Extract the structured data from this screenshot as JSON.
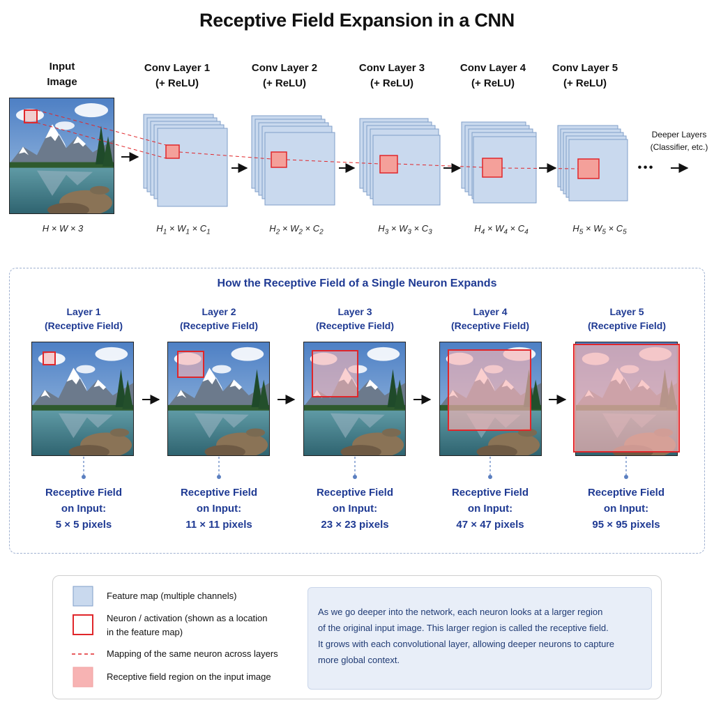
{
  "title": "Receptive Field Expansion in a CNN",
  "top_row": {
    "input_label": [
      "Input",
      "Image"
    ],
    "input_dims": "H × W × 3",
    "layers": [
      {
        "line1": "Conv Layer 1",
        "line2": "(+ ReLU)",
        "dims": {
          "h": "H",
          "hs": "1",
          "w": "W",
          "ws": "1",
          "c": "C",
          "cs": "1"
        }
      },
      {
        "line1": "Conv Layer 2",
        "line2": "(+ ReLU)",
        "dims": {
          "h": "H",
          "hs": "2",
          "w": "W",
          "ws": "2",
          "c": "C",
          "cs": "2"
        }
      },
      {
        "line1": "Conv Layer 3",
        "line2": "(+ ReLU)",
        "dims": {
          "h": "H",
          "hs": "3",
          "w": "W",
          "ws": "3",
          "c": "C",
          "cs": "3"
        }
      },
      {
        "line1": "Conv Layer 4",
        "line2": "(+ ReLU)",
        "dims": {
          "h": "H",
          "hs": "4",
          "w": "W",
          "ws": "4",
          "c": "C",
          "cs": "4"
        }
      },
      {
        "line1": "Conv Layer 5",
        "line2": "(+ ReLU)",
        "dims": {
          "h": "H",
          "hs": "5",
          "w": "W",
          "ws": "5",
          "c": "C",
          "cs": "5"
        }
      }
    ],
    "ellipsis": "• • •",
    "deeper": [
      "Deeper Layers",
      "(Classifier, etc.)"
    ]
  },
  "panel": {
    "title": "How the Receptive Field of a Single Neuron Expands",
    "layers": [
      {
        "name": "Layer 1",
        "sub": "(Receptive Field)",
        "rf1": "Receptive Field",
        "rf2": "on Input:",
        "rf3": "5 × 5 pixels"
      },
      {
        "name": "Layer 2",
        "sub": "(Receptive Field)",
        "rf1": "Receptive Field",
        "rf2": "on Input:",
        "rf3": "11 × 11 pixels"
      },
      {
        "name": "Layer 3",
        "sub": "(Receptive Field)",
        "rf1": "Receptive Field",
        "rf2": "on Input:",
        "rf3": "23 × 23 pixels"
      },
      {
        "name": "Layer 4",
        "sub": "(Receptive Field)",
        "rf1": "Receptive Field",
        "rf2": "on Input:",
        "rf3": "47 × 47 pixels"
      },
      {
        "name": "Layer 5",
        "sub": "(Receptive Field)",
        "rf1": "Receptive Field",
        "rf2": "on Input:",
        "rf3": "95 × 95 pixels"
      }
    ]
  },
  "legend": {
    "items": [
      {
        "icon": "feature-map-swatch",
        "label": "Feature map (multiple channels)"
      },
      {
        "icon": "neuron-square",
        "label": "Neuron / activation (shown as a location",
        "label2": "in the feature map)"
      },
      {
        "icon": "dashed-red-line",
        "label": "Mapping of the same neuron across layers"
      },
      {
        "icon": "receptive-field-swatch",
        "label": "Receptive field region on the input image"
      }
    ],
    "note": [
      "As we go deeper into the network, each neuron looks at a larger region",
      "of the original input image. This larger region is called the receptive field.",
      "It grows with each convolutional layer, allowing deeper neurons to capture",
      "more global context."
    ]
  },
  "colors": {
    "feature_map_fill": "#c9d9ee",
    "feature_map_stroke": "#7f9ec8",
    "neuron_fill": "#f4a09a",
    "neuron_stroke": "#e0262a",
    "rf_overlay": "#f7b3b3",
    "panel_blue": "#1f3a93"
  }
}
